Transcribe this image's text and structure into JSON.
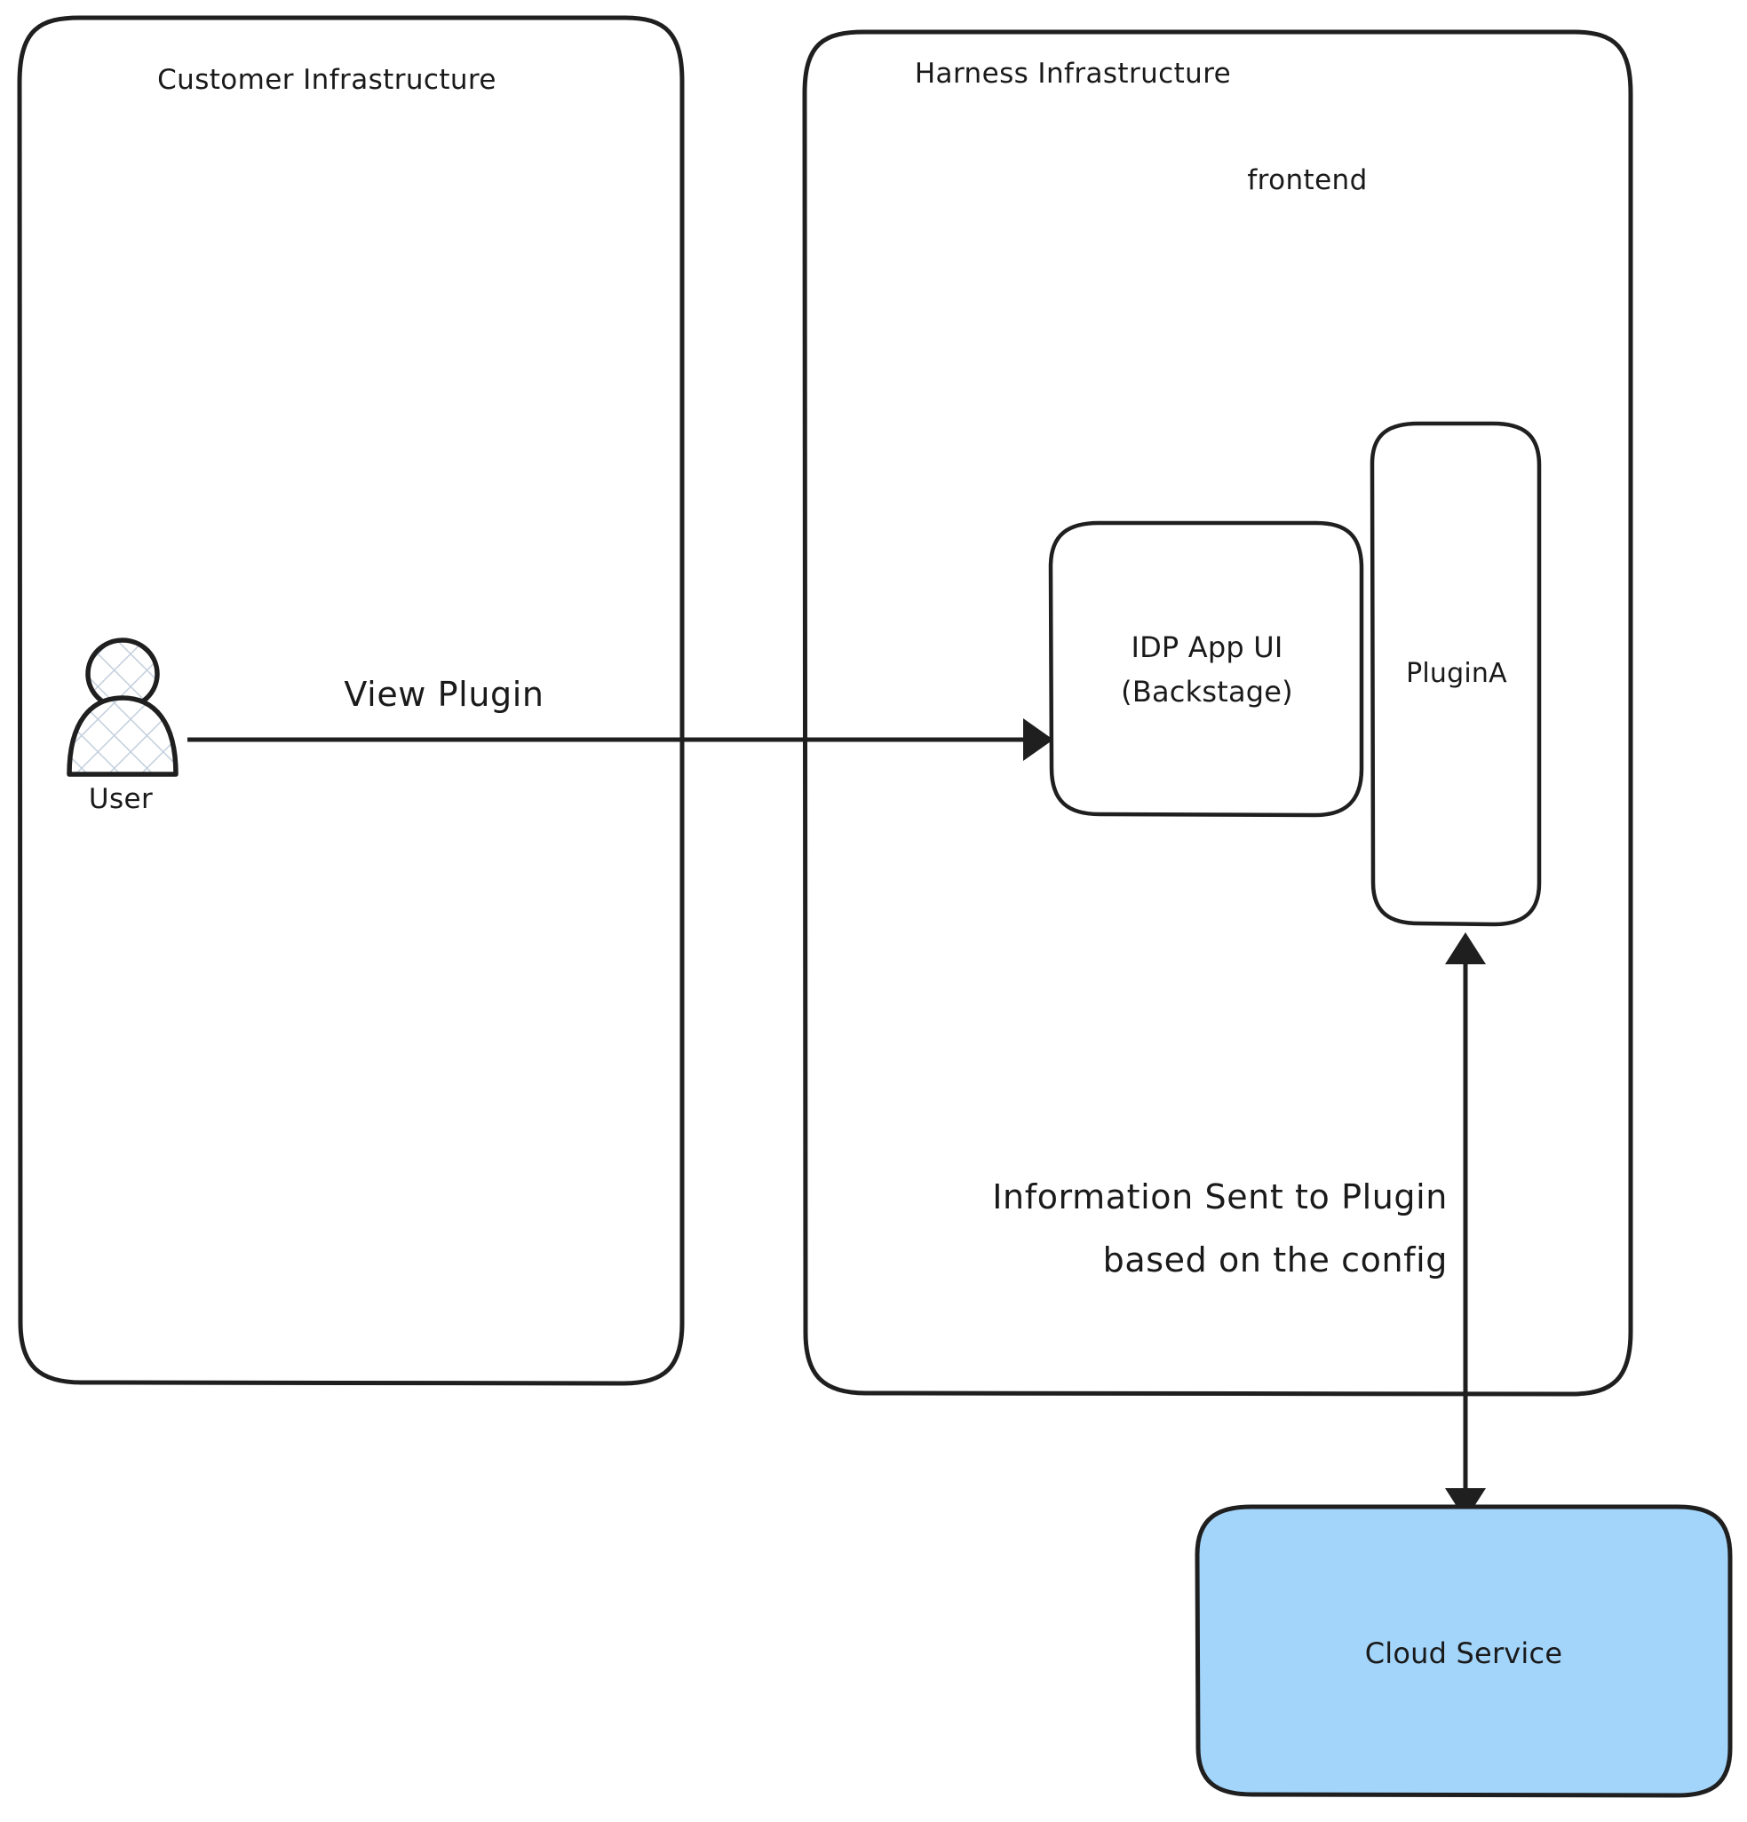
{
  "diagram": {
    "title_hidden": "",
    "background_color": "#ffffff",
    "stroke_color": "#1f1f1f",
    "accent_color": "#a3d5fb",
    "containers": [
      {
        "id": "customer-infrastructure",
        "label": "Customer Infrastructure"
      },
      {
        "id": "harness-infrastructure",
        "label": "Harness Infrastructure"
      }
    ],
    "groups": [
      {
        "id": "frontend",
        "label": "frontend"
      }
    ],
    "actors": [
      {
        "id": "user",
        "label": "User",
        "icon": "user-actor-icon"
      }
    ],
    "nodes": [
      {
        "id": "idp-app-ui",
        "label_line1": "IDP App UI",
        "label_line2": "(Backstage)",
        "fill": "#ffffff"
      },
      {
        "id": "plugin-a",
        "label": "PluginA",
        "fill": "#ffffff"
      },
      {
        "id": "cloud-service",
        "label": "Cloud Service",
        "fill": "#a3d5fb"
      }
    ],
    "edges": [
      {
        "id": "user-to-idp",
        "label": "View Plugin",
        "from": "user",
        "to": "idp-app-ui",
        "arrow": "single"
      },
      {
        "id": "plugin-to-cloud",
        "label_line1": "Information Sent to Plugin",
        "label_line2": "based on the config",
        "from": "plugin-a",
        "to": "cloud-service",
        "arrow": "double"
      }
    ]
  }
}
